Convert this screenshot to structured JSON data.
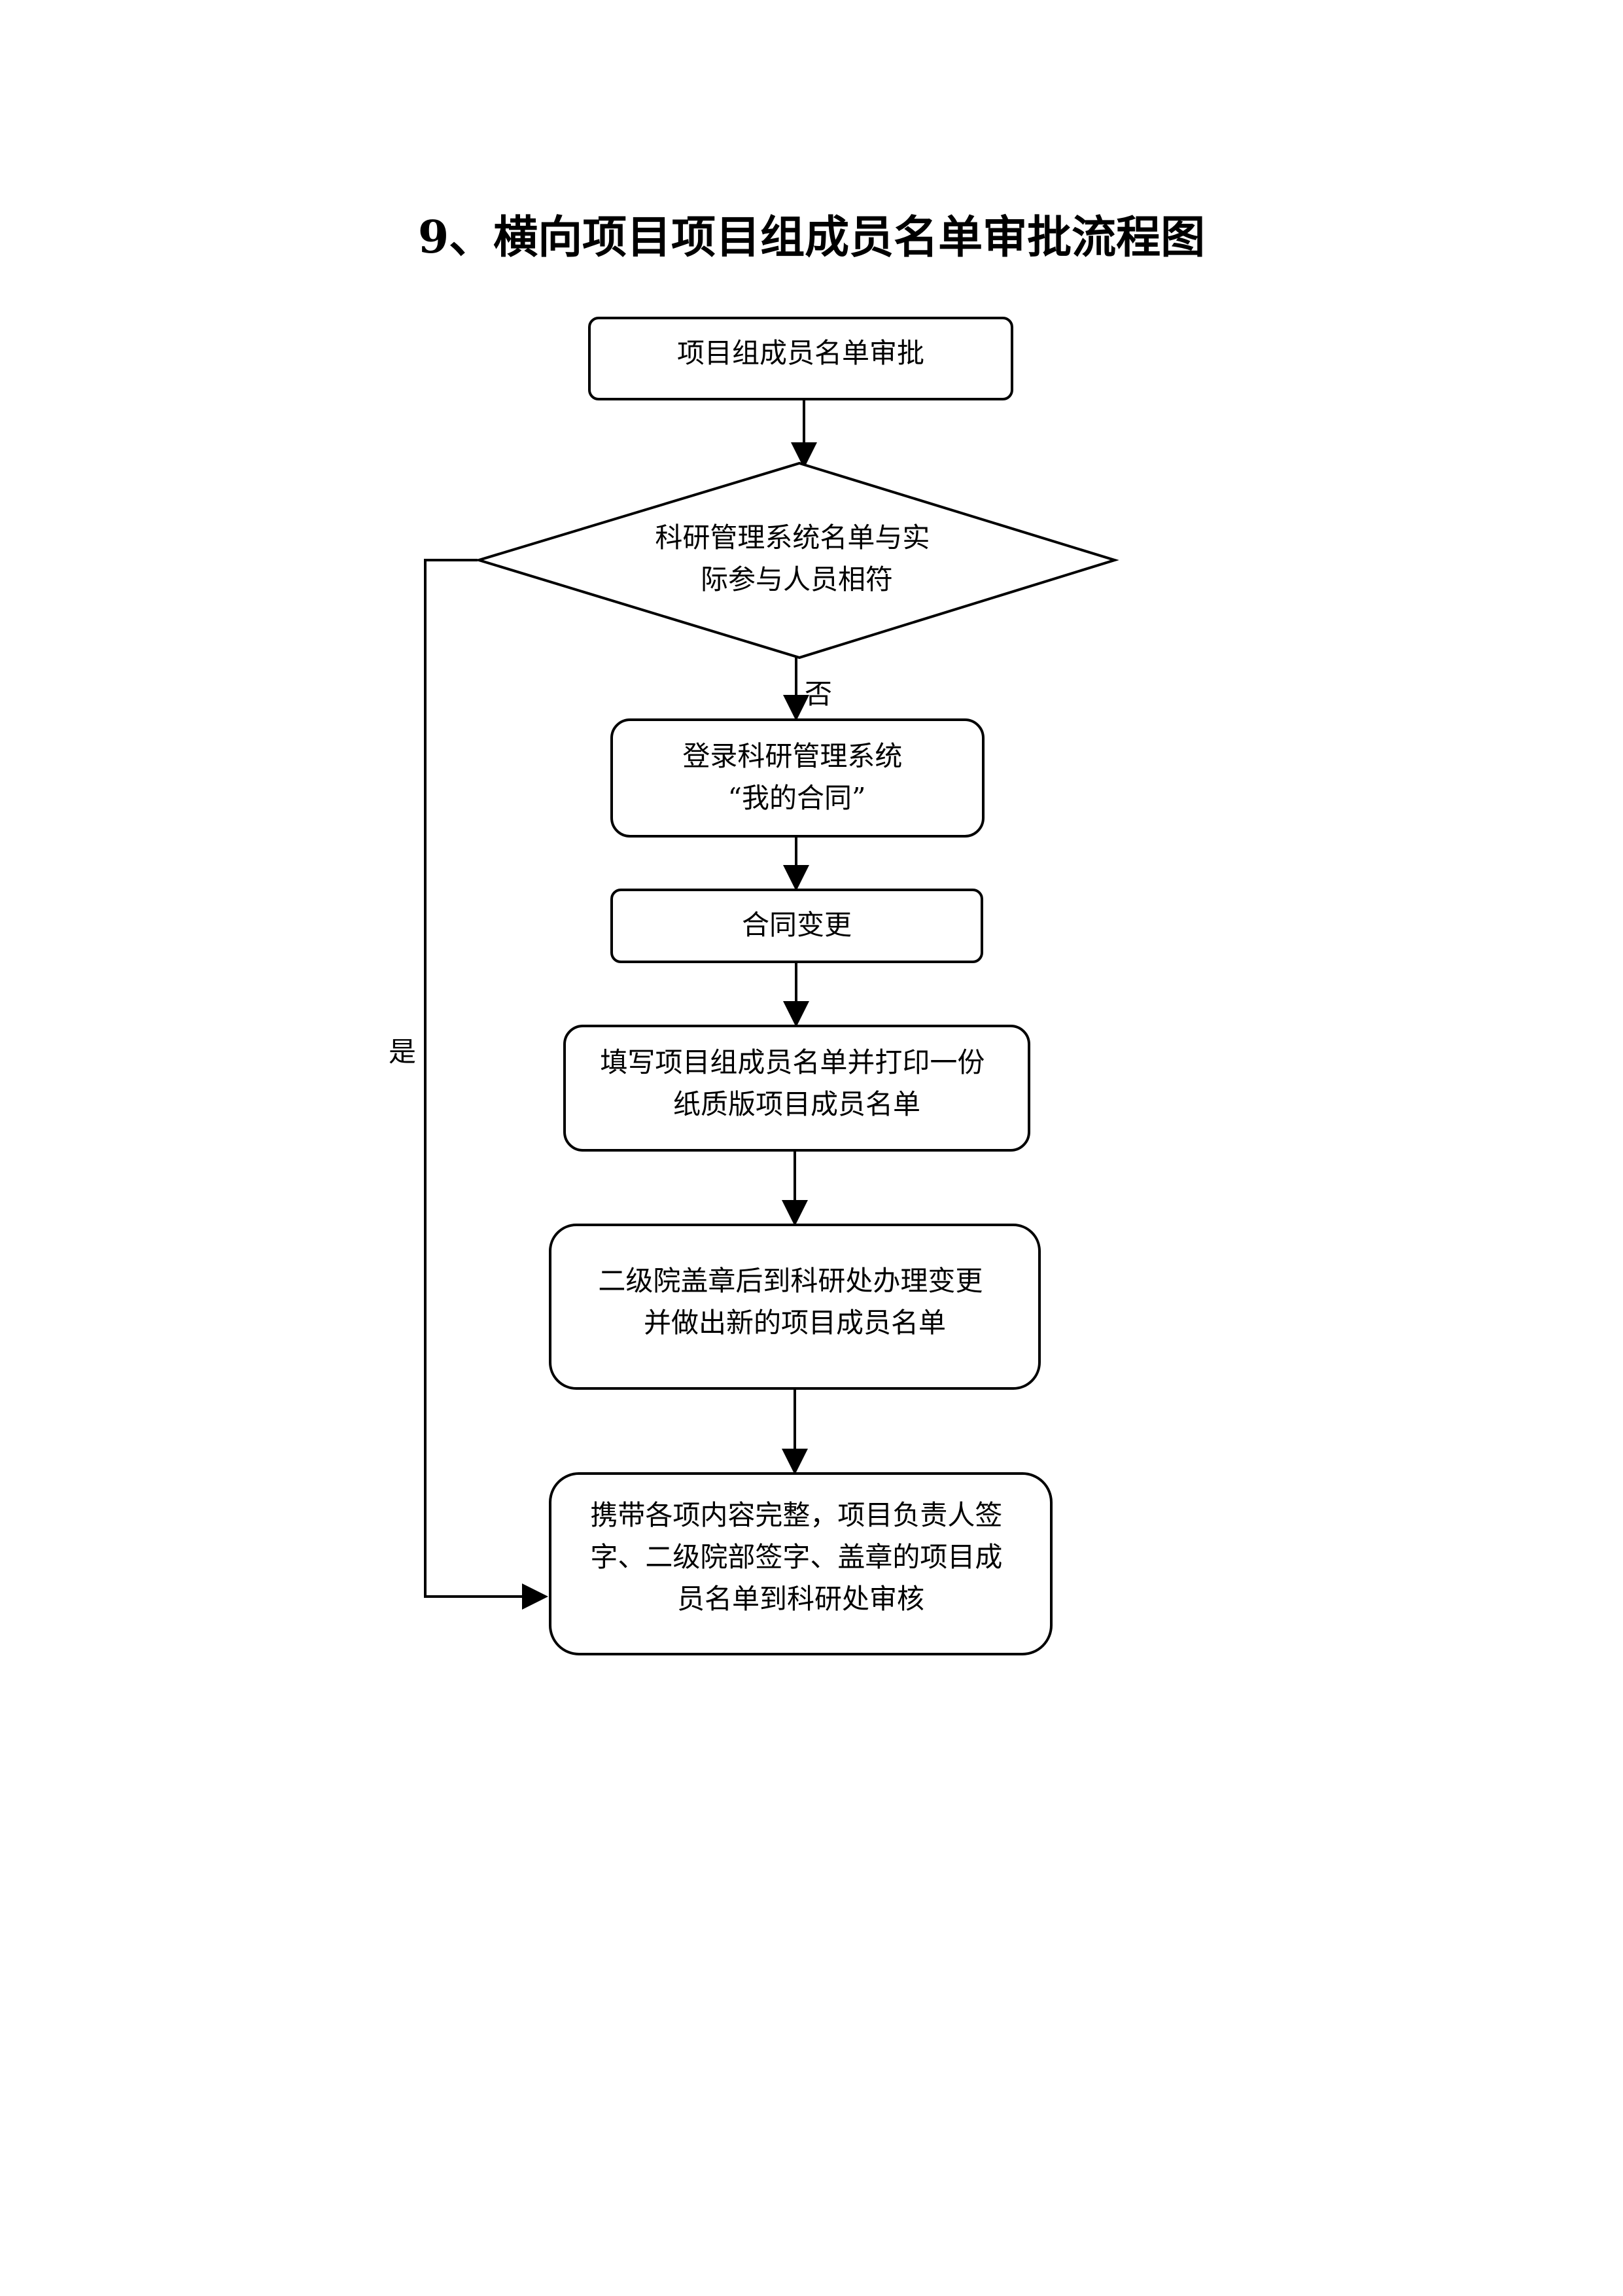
{
  "title": "9、横向项目项目组成员名单审批流程图",
  "nodes": {
    "start": {
      "lines": [
        "项目组成员名单审批"
      ]
    },
    "decision": {
      "lines": [
        "科研管理系统名单与实",
        "际参与人员相符"
      ]
    },
    "login": {
      "lines": [
        "登录科研管理系统",
        "“我的合同”"
      ]
    },
    "change": {
      "lines": [
        "合同变更"
      ]
    },
    "fill": {
      "lines": [
        "填写项目组成员名单并打印一份",
        "纸质版项目成员名单"
      ]
    },
    "stamp": {
      "lines": [
        "二级院盖章后到科研处办理变更",
        "并做出新的项目成员名单"
      ]
    },
    "review": {
      "lines": [
        "携带各项内容完整，项目负责人签",
        "字、二级院部签字、盖章的项目成",
        "员名单到科研处审核"
      ]
    }
  },
  "edges": {
    "no_label": "否",
    "yes_label": "是"
  },
  "colors": {
    "stroke": "#000000",
    "background": "#ffffff"
  }
}
